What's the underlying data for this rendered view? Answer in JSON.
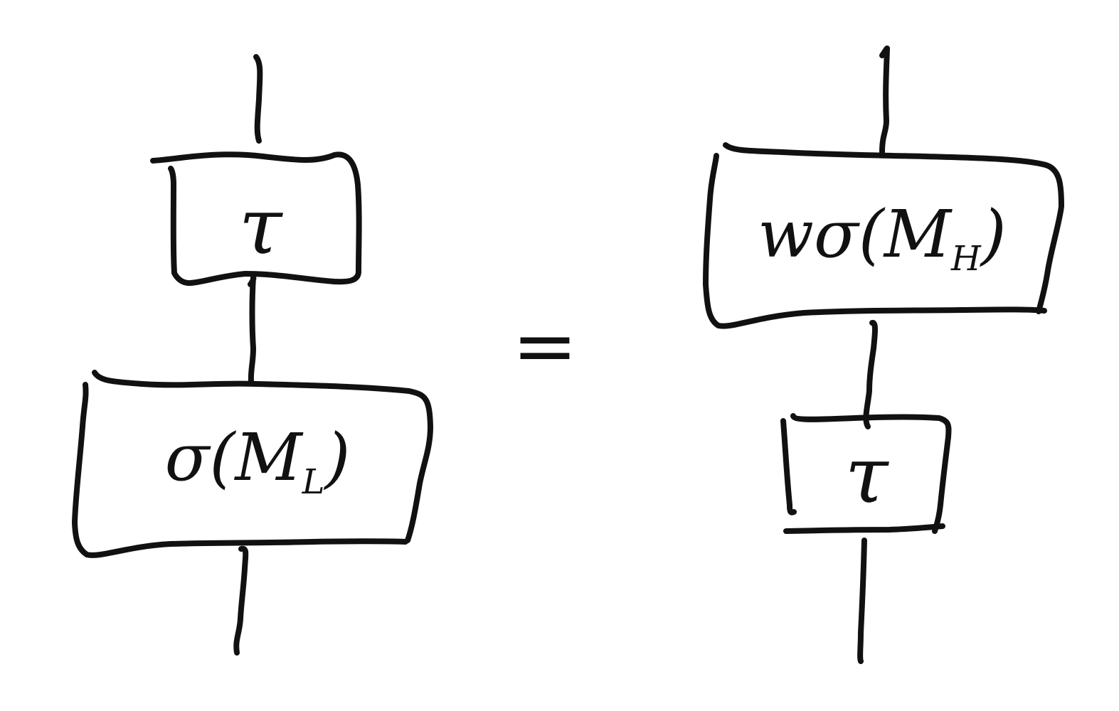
{
  "diagram": {
    "left_side": {
      "top_box_label": "τ",
      "bottom_box_label": "σ(M",
      "bottom_box_subscript": "L",
      "bottom_box_close": ")"
    },
    "equals_sign": "=",
    "right_side": {
      "top_box_label": "wσ(M",
      "top_box_subscript": "H",
      "top_box_close": ")",
      "bottom_box_label": "τ"
    }
  },
  "colors": {
    "ink": "#111111",
    "background": "#ffffff"
  }
}
